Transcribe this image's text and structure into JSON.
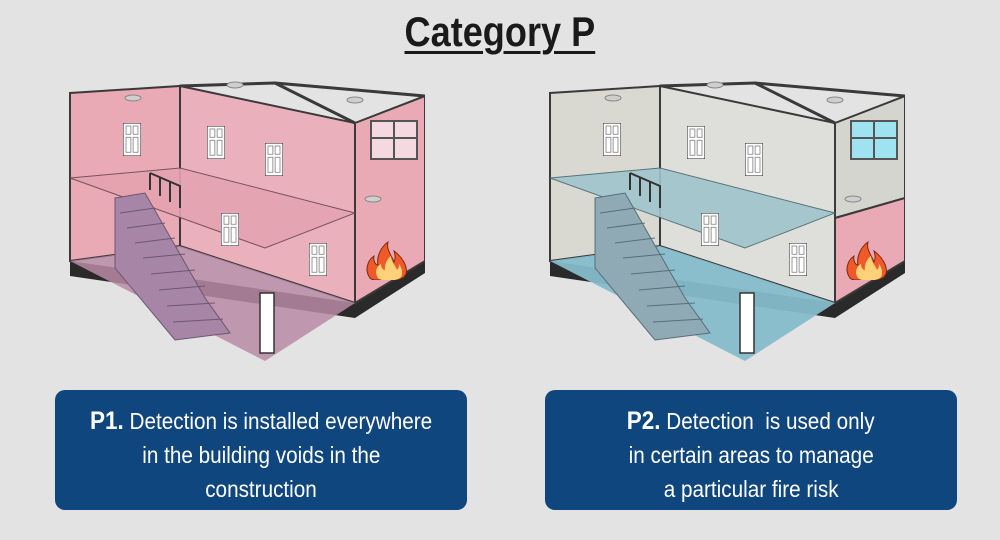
{
  "title": "Category P",
  "colors": {
    "background": "#e3e3e3",
    "card": "#10467e",
    "detected_zone": "#e9a9b5",
    "undetected_wall": "#d9d9d2",
    "undetected_floor": "#86bccb",
    "fire": "#f05a2a"
  },
  "panels": [
    {
      "code": "P1.",
      "line1": "Detection is installed everywhere",
      "line2": "in the building voids in the",
      "line3": "construction",
      "icon": "fire-icon"
    },
    {
      "code": "P2.",
      "line1": "Detection  is used only",
      "line2": "in certain areas to manage",
      "line3": "a particular fire risk",
      "icon": "fire-icon"
    }
  ]
}
